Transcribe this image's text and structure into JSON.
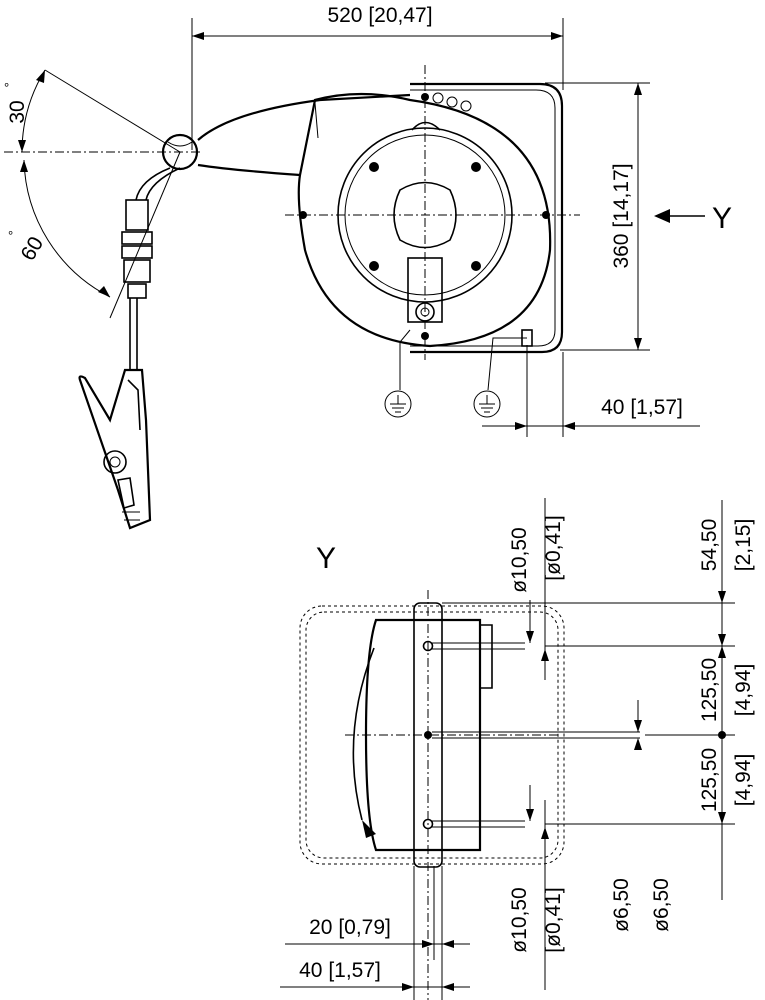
{
  "side_view": {
    "width_dim": "520 [20,47]",
    "height_dim": "360 [14,17]",
    "offset_dim": "40 [1,57]",
    "angle_upper": "30",
    "angle_lower": "60",
    "degree_mark": "°",
    "view_arrow_label": "Y"
  },
  "view_y": {
    "title": "Y",
    "top_hole_dia": "ø10,50",
    "top_hole_dia_in": "[ø0,41]",
    "top_offset": "54,50",
    "top_offset_in": "[2,15]",
    "spacing_upper": "125,50",
    "spacing_upper_in": "[4,94]",
    "spacing_lower": "125,50",
    "spacing_lower_in": "[4,94]",
    "bottom_hole_dia": "ø10,50",
    "bottom_hole_dia_in": "[ø0,41]",
    "small_hole_dia_1": "ø6,50",
    "small_hole_dia_2": "ø6,50",
    "width_small": "20 [0,79]",
    "width_large": "40 [1,57]"
  },
  "icons": [
    "ground-symbol",
    "crocodile-clip",
    "view-arrow"
  ]
}
